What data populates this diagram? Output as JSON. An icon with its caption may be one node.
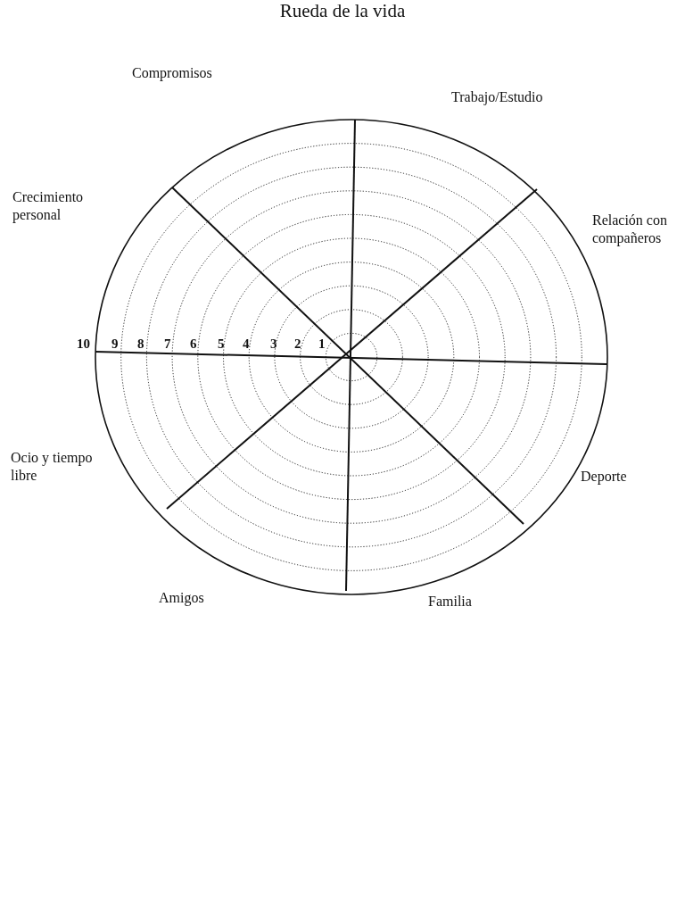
{
  "diagram": {
    "title": "Rueda de la vida",
    "labels": [
      "Compromisos",
      "Trabajo/Estudio",
      "Crecimiento personal",
      "Relación con compañeros",
      "10",
      "9",
      "8",
      "7",
      "6",
      "5",
      "4",
      "3",
      "2",
      "1",
      "Ocio y tiempo libre",
      "Deporte",
      "Amigos",
      "Familia"
    ]
  }
}
